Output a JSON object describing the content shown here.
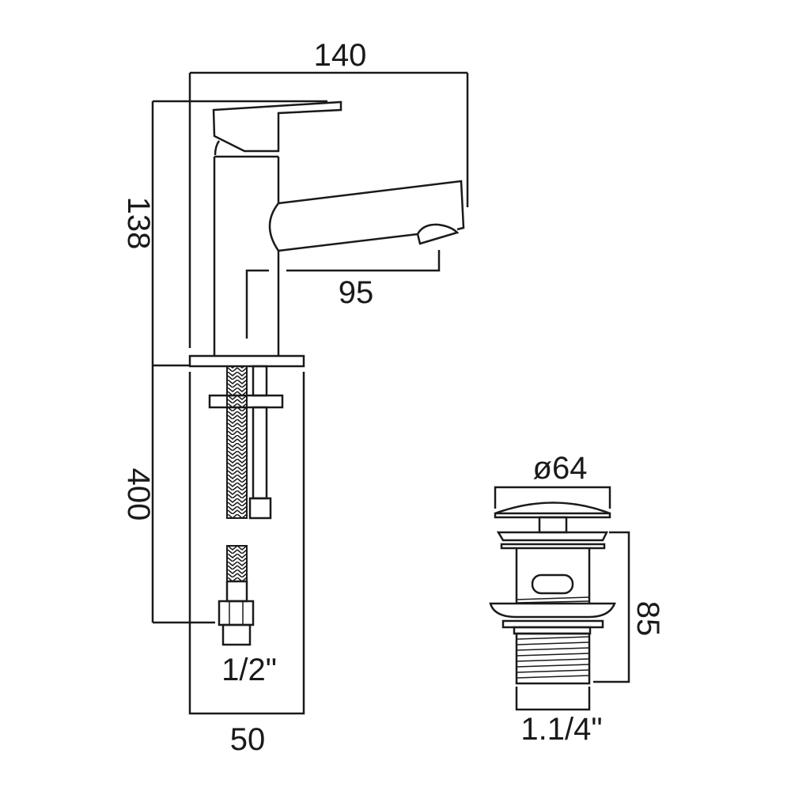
{
  "dimensions": {
    "overall_width": "140",
    "overall_height": "138",
    "spout_reach": "95",
    "hose_length": "400",
    "hose_connection": "1/2\"",
    "base_width": "50",
    "waste_diameter": "ø64",
    "waste_height": "85",
    "waste_thread": "1.1/4\""
  },
  "colors": {
    "line": "#1a1a1a",
    "background": "#ffffff"
  }
}
